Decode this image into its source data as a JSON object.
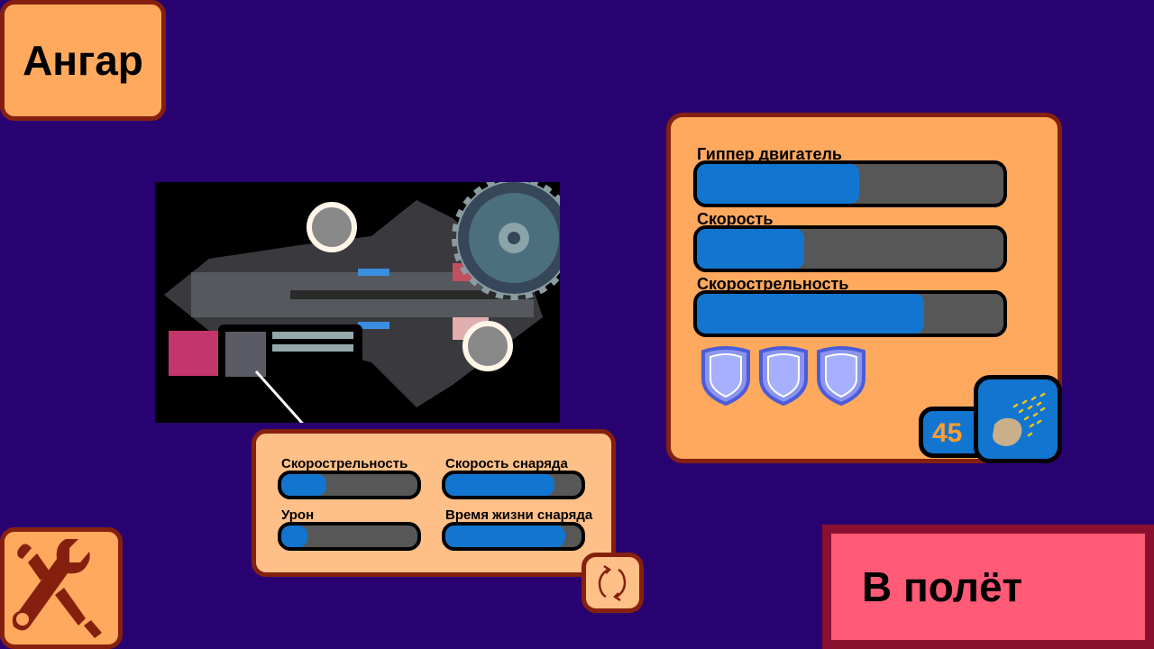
{
  "header": {
    "title": "Ангар"
  },
  "ship_stats": [
    {
      "label": "Гиппер двигатель",
      "value": 0.53
    },
    {
      "label": "Скорость",
      "value": 0.35
    },
    {
      "label": "Скорострельность",
      "value": 0.74
    }
  ],
  "shields": {
    "count": 3
  },
  "currency": {
    "amount": "45",
    "icon": "meteor-icon"
  },
  "weapon_stats": [
    {
      "label": "Скорострельность",
      "value": 0.33
    },
    {
      "label": "Скорость снаряда",
      "value": 0.8
    },
    {
      "label": "Урон",
      "value": 0.19
    },
    {
      "label": "Время жизни снаряда",
      "value": 0.88
    }
  ],
  "actions": {
    "fly_label": "В полёт",
    "tools_icon": "tools-icon",
    "swap_icon": "swap-icon"
  },
  "colors": {
    "background": "#290271",
    "panel": "#ffa95e",
    "border": "#85200e",
    "bar_fill": "#1276d0",
    "fly_button": "#ff5a76"
  }
}
